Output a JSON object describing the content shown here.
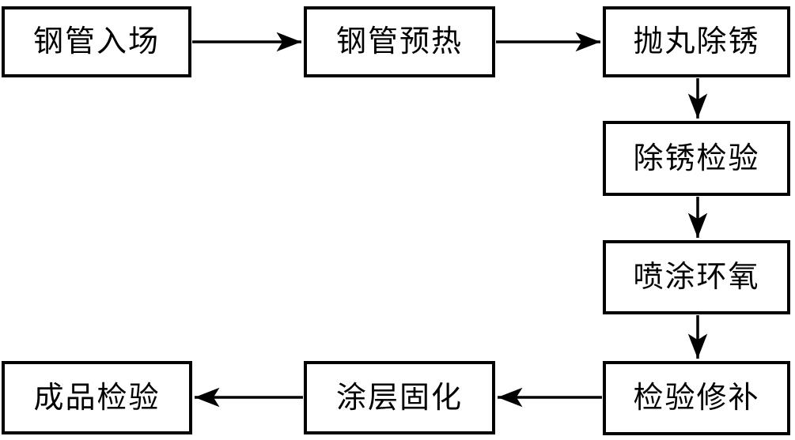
{
  "diagram": {
    "type": "flowchart",
    "background_color": "#ffffff",
    "line_color": "#000000",
    "nodes": [
      {
        "id": "pipe-arrival",
        "label": "钢管入场"
      },
      {
        "id": "pipe-preheat",
        "label": "钢管预热"
      },
      {
        "id": "shot-blasting",
        "label": "抛丸除锈"
      },
      {
        "id": "rust-inspection",
        "label": "除锈检验"
      },
      {
        "id": "epoxy-spray",
        "label": "喷涂环氧"
      },
      {
        "id": "inspection-repair",
        "label": "检验修补"
      },
      {
        "id": "coating-curing",
        "label": "涂层固化"
      },
      {
        "id": "final-inspection",
        "label": "成品检验"
      }
    ],
    "edges": [
      {
        "from": "钢管入场",
        "to": "钢管预热",
        "direction": "right"
      },
      {
        "from": "钢管预热",
        "to": "抛丸除锈",
        "direction": "right"
      },
      {
        "from": "抛丸除锈",
        "to": "除锈检验",
        "direction": "down"
      },
      {
        "from": "除锈检验",
        "to": "喷涂环氧",
        "direction": "down"
      },
      {
        "from": "喷涂环氧",
        "to": "检验修补",
        "direction": "down"
      },
      {
        "from": "检验修补",
        "to": "涂层固化",
        "direction": "left"
      },
      {
        "from": "涂层固化",
        "to": "成品检验",
        "direction": "left"
      }
    ]
  }
}
